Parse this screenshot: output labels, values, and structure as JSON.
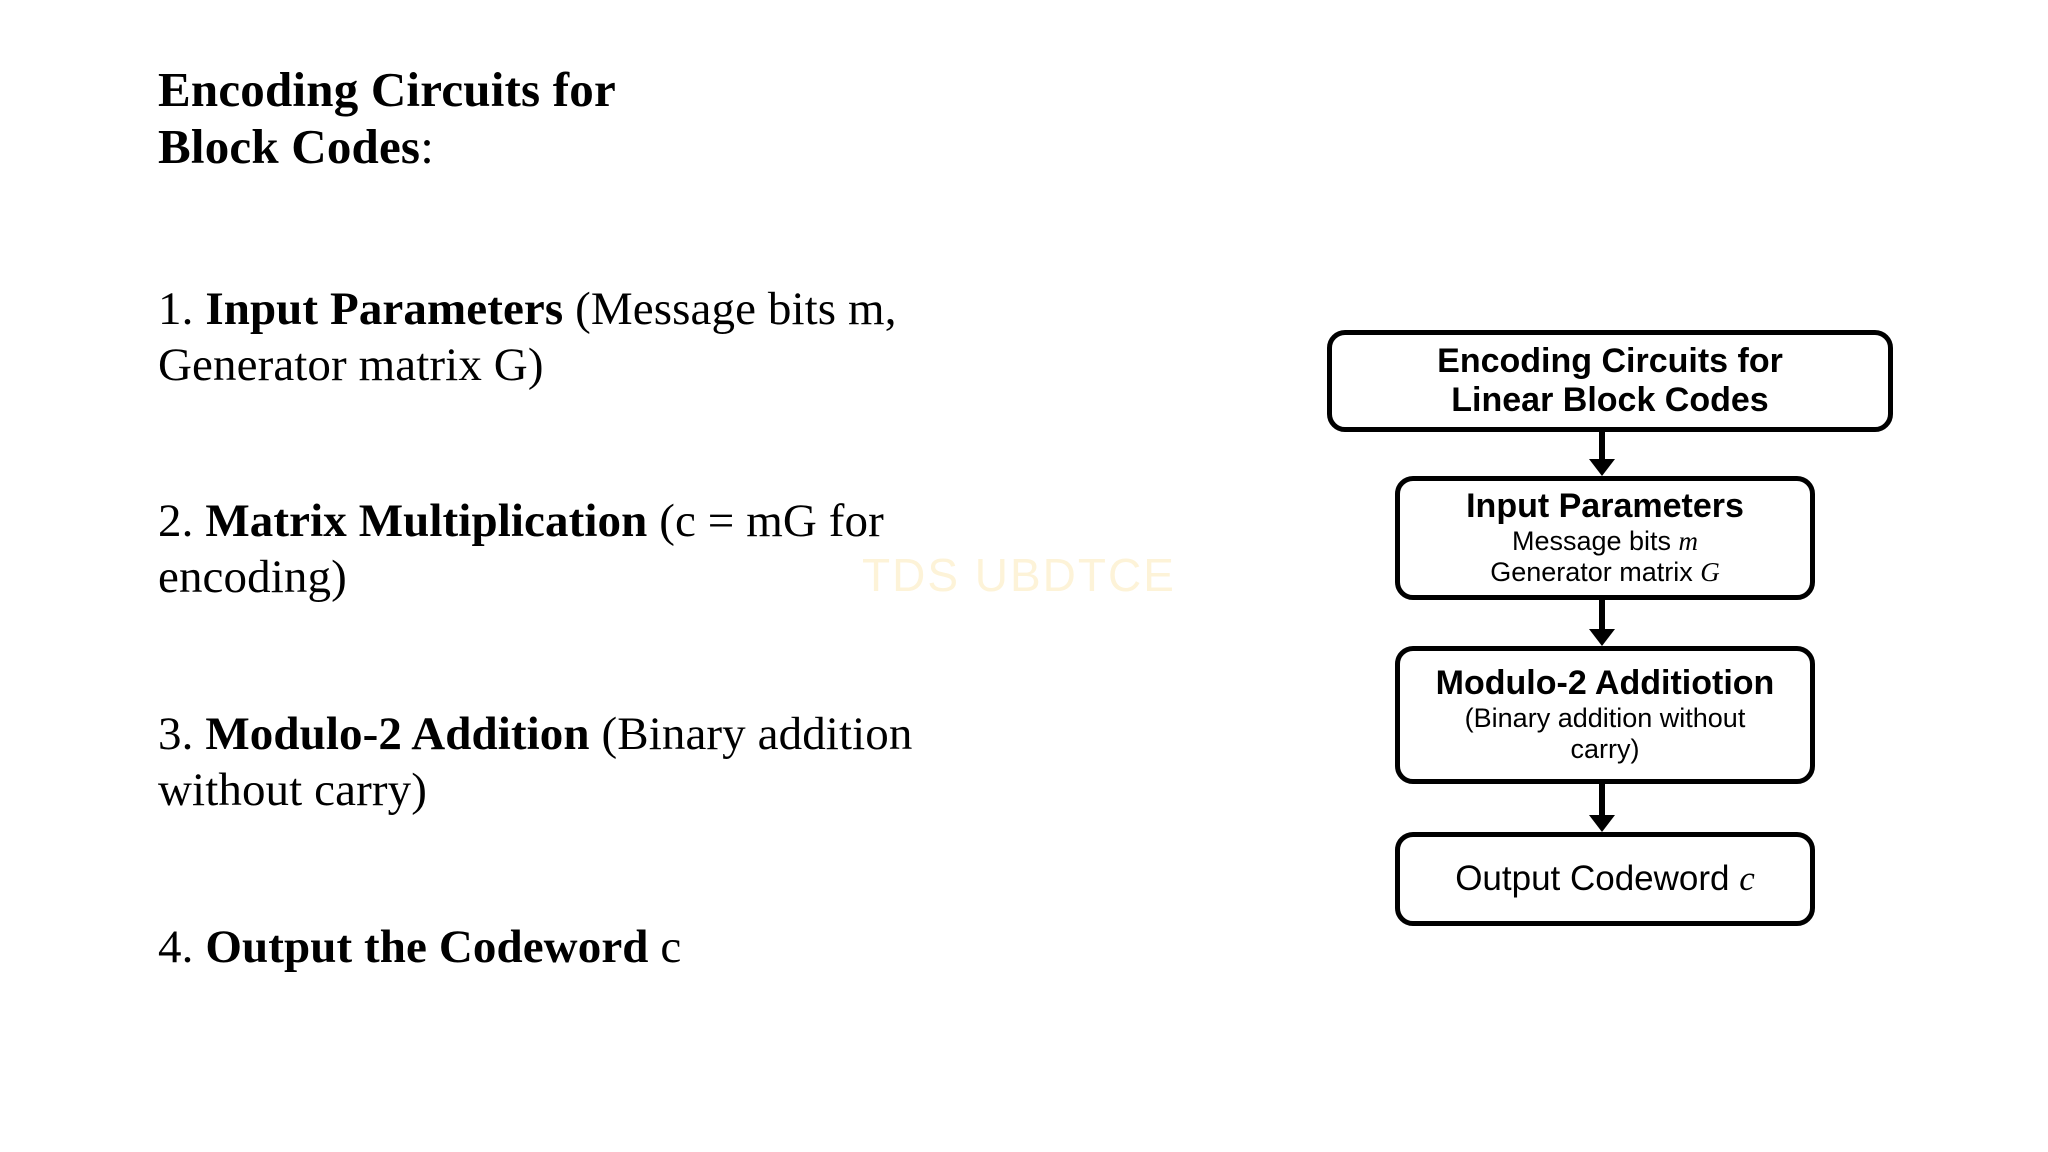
{
  "watermark": {
    "text": "TDS UBDTCE",
    "color": "#fdf3d8"
  },
  "left": {
    "heading": {
      "line1": "Encoding Circuits for",
      "line2": "Block Codes",
      "colon": ":"
    },
    "steps": [
      {
        "num": "1.",
        "strong": "Input Parameters",
        "rest": "(Message bits m, Generator matrix G)"
      },
      {
        "num": "2.",
        "strong": "Matrix Multiplication",
        "rest": "(c = mG for encoding)"
      },
      {
        "num": "3.",
        "strong": "Modulo-2 Addition",
        "rest": "(Binary addition without carry)"
      },
      {
        "num": "4.",
        "strong": "Output the Codeword",
        "rest": "c"
      }
    ]
  },
  "flowchart": {
    "title_box": {
      "line1": "Encoding Circuits for",
      "line2": "Linear Block Codes"
    },
    "input_box": {
      "title": "Input Parameters",
      "sub1_text": "Message bits",
      "sub1_var": "m",
      "sub2_text": "Generator matrix",
      "sub2_var": "G"
    },
    "modulo_box": {
      "title": "Modulo-2 Additiotion",
      "sub1": "(Binary addition without",
      "sub2": "carry)"
    },
    "output_box": {
      "title": "Output Codeword",
      "var": "c"
    },
    "border_color": "#000000",
    "background_color": "#ffffff"
  }
}
